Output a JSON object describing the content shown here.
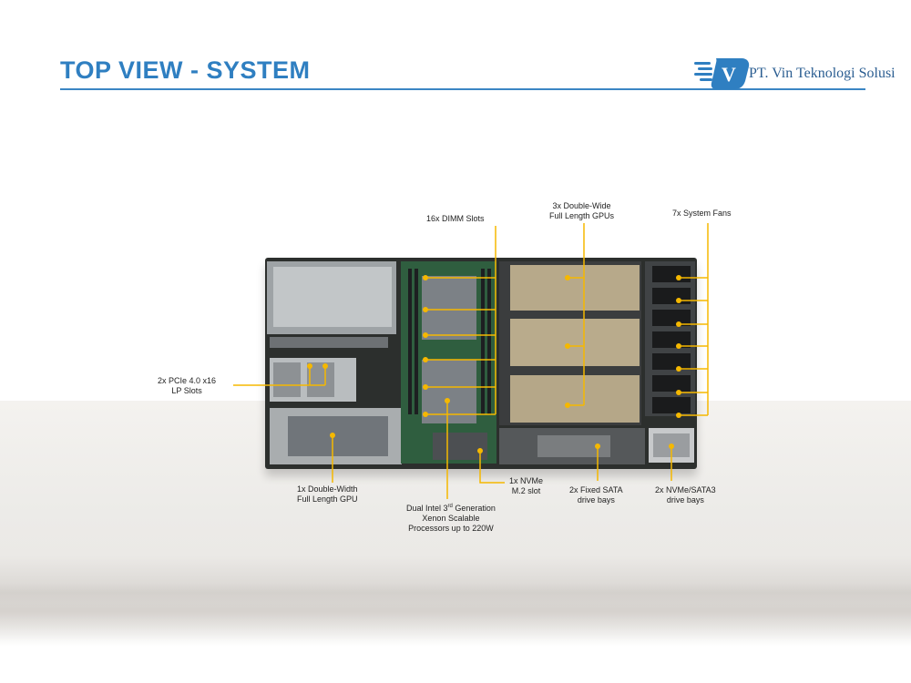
{
  "header": {
    "title": "TOP VIEW - SYSTEM",
    "brand": "PT. Vin Teknologi Solusi",
    "logo_icon": "v-shield-logo-icon",
    "accent_color": "#2f7fc1"
  },
  "callouts": {
    "dimm": "16x DIMM Slots",
    "gpu_wide_1": "3x Double-Wide",
    "gpu_wide_2": "Full Length GPUs",
    "fans": "7x System Fans",
    "pcie_1": "2x PCIe 4.0 x16",
    "pcie_2": "LP Slots",
    "gpu_single_1": "1x Double-Width",
    "gpu_single_2": "Full Length GPU",
    "cpu_1": "Dual Intel 3",
    "cpu_sup": "rd",
    "cpu_1b": " Generation",
    "cpu_2": "Xenon Scalable",
    "cpu_3": "Processors up to 220W",
    "nvme_1": "1x NVMe",
    "nvme_2": "M.2 slot",
    "sata_1": "2x Fixed SATA",
    "sata_2": "drive bays",
    "bays_1": "2x NVMe/SATA3",
    "bays_2": "drive bays"
  },
  "callout_color": "#f5b800"
}
